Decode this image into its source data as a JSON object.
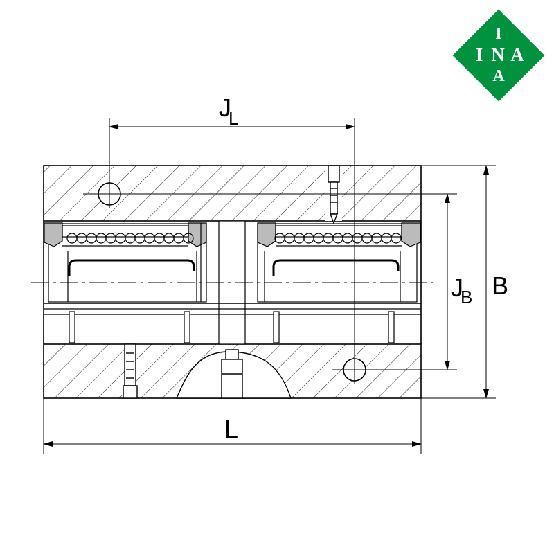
{
  "logo": {
    "letters": [
      "I",
      "N",
      "A",
      "A"
    ],
    "color": "#00923f"
  },
  "dimensions": {
    "jl_main": "J",
    "jl_sub": "L",
    "jb_main": "J",
    "jb_sub": "B",
    "b_label": "B",
    "l_label": "L"
  }
}
